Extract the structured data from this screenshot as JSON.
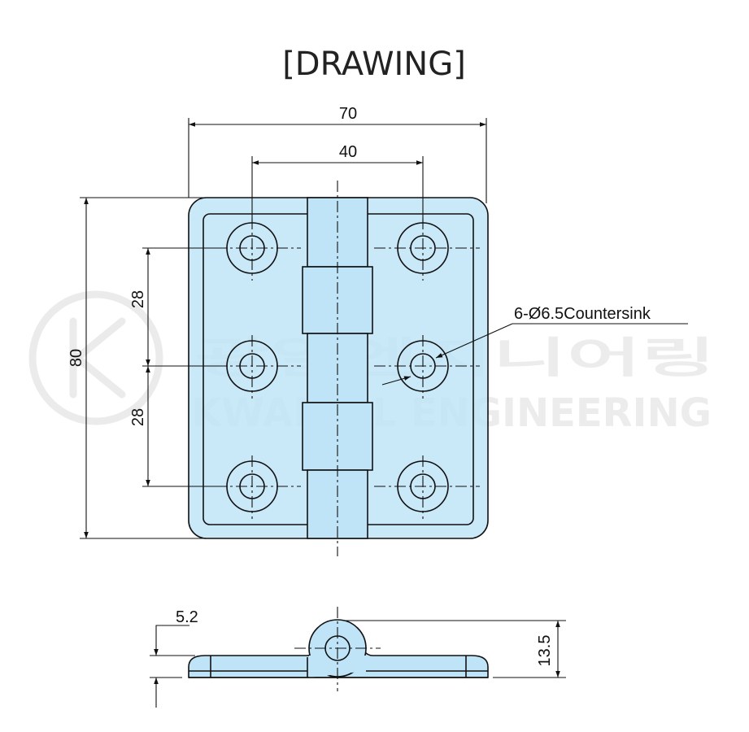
{
  "title": "[DRAWING]",
  "dimensions": {
    "width_overall": "70",
    "hole_spacing_horizontal": "40",
    "height_overall": "80",
    "hole_spacing_vertical_top": "28",
    "hole_spacing_vertical_bottom": "28",
    "hole_callout": "6-Ø6.5Countersink",
    "plate_thickness": "5.2",
    "knuckle_height": "13.5"
  },
  "watermark": {
    "korean": "광일엔지니어링",
    "english": "KWANGIL ENGINEERING",
    "logo_letter": "K"
  },
  "colors": {
    "part_fill": "#bfe4f7",
    "line": "#111111"
  }
}
